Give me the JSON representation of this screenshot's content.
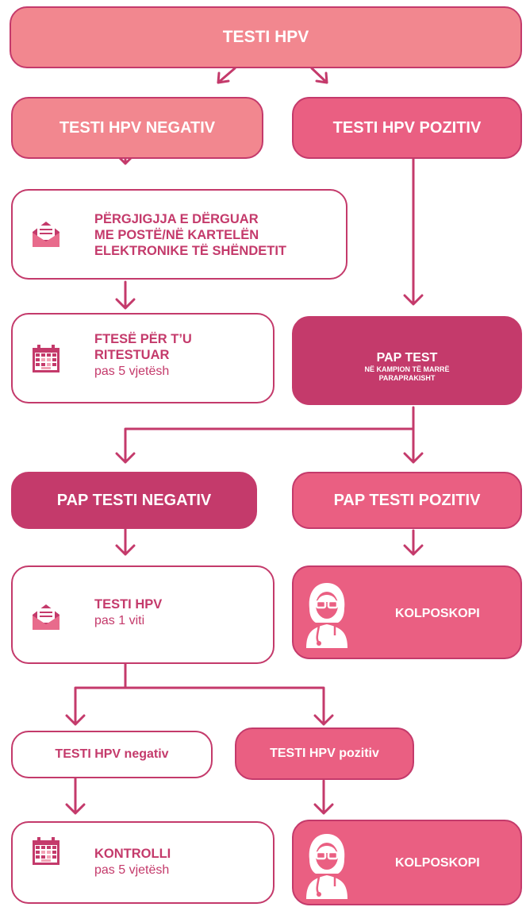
{
  "colors": {
    "border": "#c43a6b",
    "light": "#f2878f",
    "pink": "#ea5f82",
    "dark": "#c43a6b"
  },
  "top": {
    "title": "TESTI HPV"
  },
  "negative": {
    "title": "TESTI HPV NEGATIV"
  },
  "positive": {
    "title": "TESTI HPV POZITIV"
  },
  "result_sent": {
    "line1": "PËRGJIGJJA E DËRGUAR",
    "line2": "ME POSTË/NË KARTELËN",
    "line3": "ELEKTRONIKE TË SHËNDETIT",
    "icon": "envelope-icon"
  },
  "retest": {
    "line1": "FTESË PËR T’U",
    "line2": "RITESTUAR",
    "sub": "pas 5 vjetësh",
    "icon": "calendar-icon"
  },
  "pap": {
    "title": "PAP TEST",
    "line2": "NË KAMPION TË MARRË",
    "line3": "PARAPRAKISHT"
  },
  "pap_negative": {
    "title": "PAP TESTI NEGATIV"
  },
  "pap_positive": {
    "title": "PAP TESTI POZITIV"
  },
  "hpv_one_year": {
    "title": "TESTI HPV",
    "sub": "pas 1 viti",
    "icon": "envelope-icon"
  },
  "colposcopy_1": {
    "title": "KOLPOSKOPI",
    "icon": "doctor-icon"
  },
  "hpv_neg2": {
    "title": "TESTI HPV negativ"
  },
  "hpv_pos2": {
    "title": "TESTI HPV pozitiv"
  },
  "control": {
    "title": "KONTROLLI",
    "sub": "pas 5 vjetësh",
    "icon": "calendar-icon"
  },
  "colposcopy_2": {
    "title": "KOLPOSKOPI",
    "icon": "doctor-icon"
  }
}
